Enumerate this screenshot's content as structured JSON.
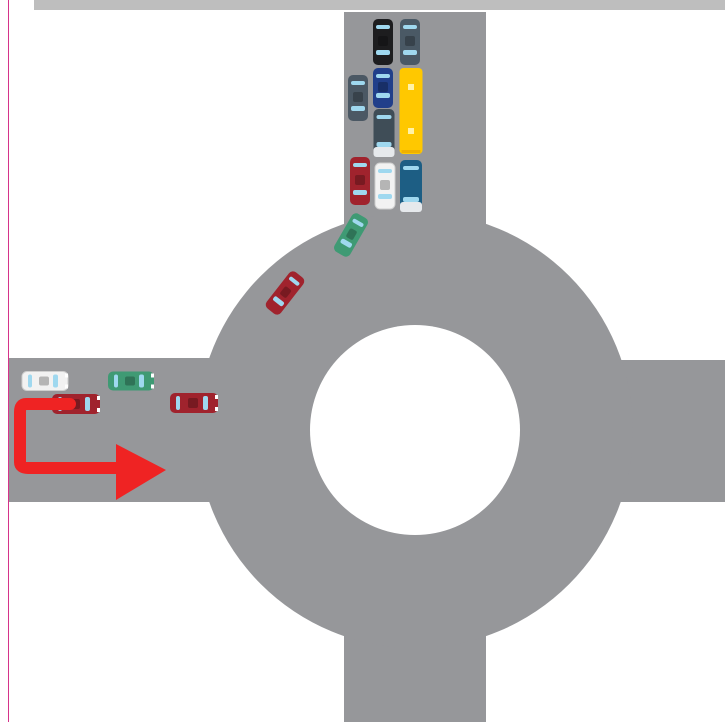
{
  "scene": {
    "type": "roundabout-traffic-illustration",
    "colors": {
      "road": "#96979a",
      "island": "#ffffff",
      "background": "#ffffff",
      "arrow": "#ef2323",
      "top_bar": "#bebebe",
      "left_rule": "#d6338a"
    },
    "arms": [
      "north",
      "east",
      "south",
      "west"
    ],
    "arrow": {
      "icon": "turn-right-arrow-icon",
      "meaning": "enter-roundabout-turn-right"
    },
    "vehicles": [
      {
        "id": "n-black-car",
        "kind": "car",
        "color": "#1d1d1f",
        "lane": "north-queue"
      },
      {
        "id": "n-blue-grey-car-top",
        "kind": "car",
        "color": "#4a5965",
        "lane": "north-queue"
      },
      {
        "id": "n-slate-car",
        "kind": "car",
        "color": "#4b5864",
        "lane": "north-queue"
      },
      {
        "id": "n-blue-car",
        "kind": "car",
        "color": "#213f8a",
        "lane": "north-queue"
      },
      {
        "id": "n-yellow-bus",
        "kind": "bus",
        "color": "#ffc800",
        "lane": "north-queue"
      },
      {
        "id": "n-dark-van",
        "kind": "van",
        "color": "#3f4d57",
        "lane": "north-queue"
      },
      {
        "id": "n-red-car",
        "kind": "car",
        "color": "#a0232d",
        "lane": "north-queue"
      },
      {
        "id": "n-white-car",
        "kind": "car",
        "color": "#f2f2f2",
        "lane": "north-queue"
      },
      {
        "id": "n-teal-truck",
        "kind": "truck",
        "color": "#1d5e84",
        "lane": "north-queue"
      },
      {
        "id": "ring-green-car",
        "kind": "car",
        "color": "#3f9a74",
        "lane": "roundabout"
      },
      {
        "id": "ring-red-car",
        "kind": "car",
        "color": "#a0232d",
        "lane": "roundabout"
      },
      {
        "id": "w-white-car",
        "kind": "car",
        "color": "#f2f2f2",
        "lane": "west-road"
      },
      {
        "id": "w-green-car",
        "kind": "car",
        "color": "#3f9a74",
        "lane": "west-road"
      },
      {
        "id": "w-red-car-1",
        "kind": "car",
        "color": "#a0232d",
        "lane": "west-road"
      },
      {
        "id": "w-red-car-2",
        "kind": "car",
        "color": "#a0232d",
        "lane": "west-road"
      }
    ]
  }
}
